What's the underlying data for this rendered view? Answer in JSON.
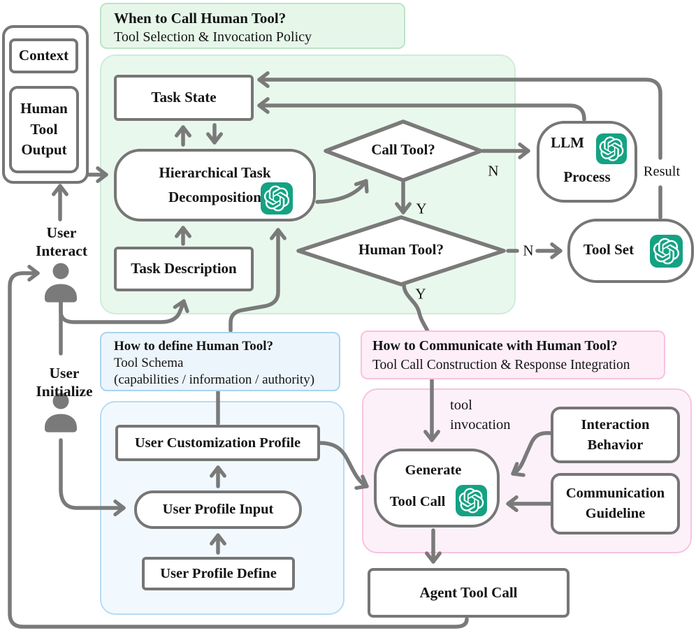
{
  "regions": {
    "policy": {
      "title": "When to Call Human Tool?",
      "subtitle": "Tool Selection & Invocation Policy"
    },
    "schema": {
      "title": "How to define Human Tool?",
      "subtitle": [
        "Tool Schema",
        "(capabilities / information / authority)"
      ]
    },
    "communication": {
      "title": "How to Communicate with Human Tool?",
      "subtitle": "Tool Call Construction & Response Integration"
    }
  },
  "nodes": {
    "context": "Context",
    "human_tool_output": [
      "Human",
      "Tool",
      "Output"
    ],
    "task_state": "Task State",
    "hierarchical_task_decomposition": [
      "Hierarchical Task",
      "Decomposition"
    ],
    "task_description": "Task Description",
    "call_tool": "Call Tool?",
    "human_tool": "Human Tool?",
    "llm_process": {
      "line1": "LLM",
      "line2": "Process"
    },
    "tool_set": "Tool Set",
    "user_customization_profile": "User Customization Profile",
    "user_profile_input": "User Profile Input",
    "user_profile_define": "User Profile Define",
    "generate_tool_call": {
      "line1": "Generate",
      "line2": "Tool Call"
    },
    "interaction_behavior": [
      "Interaction",
      "Behavior"
    ],
    "communication_guideline": [
      "Communication",
      "Guideline"
    ],
    "agent_tool_call": "Agent Tool Call"
  },
  "actors": {
    "user_interact": [
      "User",
      "Interact"
    ],
    "user_initialize": [
      "User",
      "Initialize"
    ]
  },
  "edge_labels": {
    "call_tool_no": "N",
    "call_tool_yes": "Y",
    "human_tool_no": "N",
    "human_tool_yes": "Y",
    "result": "Result",
    "tool_invocation": [
      "tool",
      "invocation"
    ]
  },
  "icons": {
    "openai_logo": "openai-logo",
    "person": "person-icon"
  },
  "colors": {
    "openai_green": "#14a283",
    "line_gray": "#7a7a7a",
    "policy_fill": "#e9f8ed",
    "schema_fill": "#f2f9fe",
    "communication_fill": "#fdf1f9"
  }
}
